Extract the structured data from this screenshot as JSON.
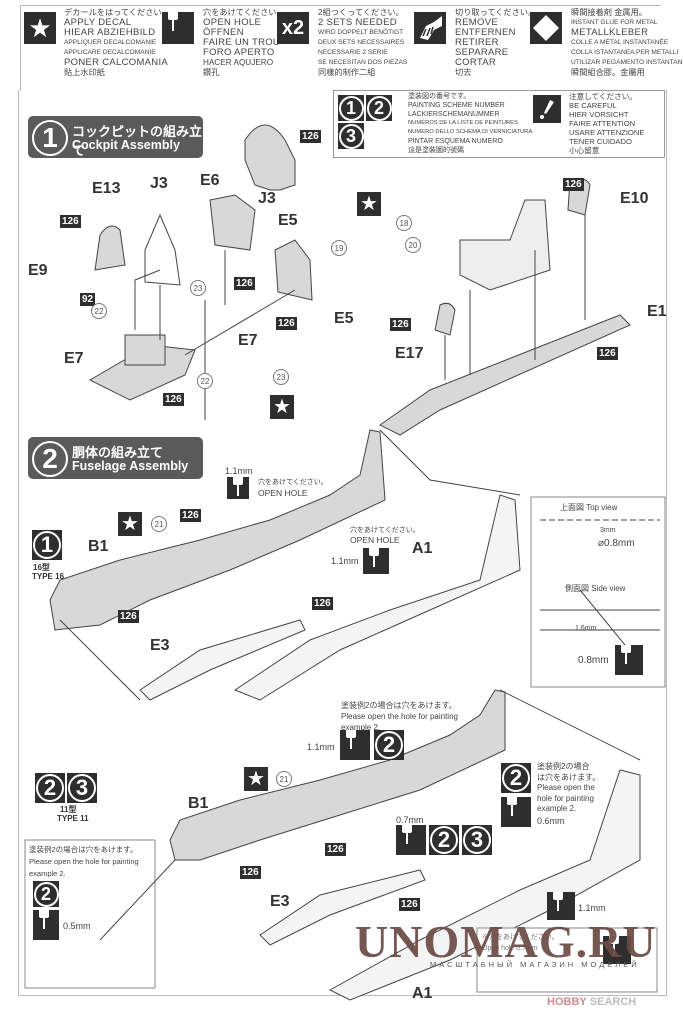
{
  "legend": [
    {
      "icon": "star-icon",
      "lines": [
        "デカールをはってください。",
        "APPLY DECAL",
        "HIEAR ABZIEHBILD",
        "APPLIQUER DECALCOMANIE",
        "APPLICARE DECALCOMANIE",
        "PONER CALCOMANIA",
        "貼上水印紙"
      ]
    },
    {
      "icon": "drill-icon",
      "lines": [
        "穴をあけてください。",
        "OPEN HOLE",
        "ÖFFNEN",
        "FAIRE UN TROU",
        "FORO APERTO",
        "HACER AQUJERO",
        "鑽孔"
      ]
    },
    {
      "icon": "x2-icon",
      "glyph": "x2",
      "lines": [
        "2組つくってください。",
        "2 SETS NEEDED",
        "WIRD DOPPELT BENÖTIGT",
        "DEUX SETS NECESSAIRES",
        "NECESSARIE 2 SERIE",
        "SE NECESITAN DOS PIEZAS",
        "同樣的制作二組"
      ]
    },
    {
      "icon": "cut-icon",
      "lines": [
        "切り取ってください。",
        "REMOVE",
        "ENTFERNEN",
        "RETIRER",
        "SEPARARE",
        "CORTAR",
        "切去"
      ]
    },
    {
      "icon": "glue-diamond-icon",
      "lines": [
        "瞬間接着剤 金属用。",
        "INSTANT GLUE FOR METAL",
        "METALLKLEBER",
        "COLLE A MÉTAL INSTANTANÉE",
        "COLLA ISTANTANEA PER METALLI",
        "UTILIZAR PEGAMENTO INSTANTANEO",
        "瞬間組合膠。金屬用"
      ]
    }
  ],
  "scheme_legend": {
    "badges": [
      "1",
      "2",
      "3"
    ],
    "lines": [
      "塗装図の番号です。",
      "PAINTING SCHEME NUMBER",
      "LACKIERSCHEMANUMMER",
      "NUMÉROS DE LA LISTE DE PEINTURES",
      "NUMERO DELLO SCHEMA DI VERNICIATURA",
      "PINTAR ESQUEMA NUMERO",
      "這是塗裝圖的號碼"
    ],
    "careful_lines": [
      "注意してください。",
      "BE CAREFUL",
      "HIER VORSICHT",
      "FAIRE ATTENTION",
      "USARE ATTENZIONE",
      "TENER CUIDADO",
      "小心留意"
    ]
  },
  "step1": {
    "number": "1",
    "title_jp": "コックピットの組み立て",
    "title_en": "Cockpit Assembly",
    "parts": [
      "E13",
      "J3",
      "E6",
      "J3",
      "E5",
      "E9",
      "E7",
      "E7",
      "E5",
      "E10",
      "E1",
      "E17"
    ],
    "paint_code": "126",
    "paint_code_alt": "92",
    "decals": [
      "22",
      "23",
      "22",
      "23",
      "18",
      "19",
      "20"
    ]
  },
  "step2": {
    "number": "2",
    "title_jp": "胴体の組み立て",
    "title_en": "Fuselage Assembly",
    "type16": {
      "badge": "1",
      "label_jp": "16型",
      "label_en": "TYPE 16"
    },
    "type11": {
      "badges": [
        "2",
        "3"
      ],
      "label_jp": "11型",
      "label_en": "TYPE 11"
    },
    "parts": [
      "B1",
      "A1",
      "E3",
      "B1",
      "E3",
      "A1"
    ],
    "decal": "21",
    "open_hole_jp": "穴をあけてください。",
    "open_hole_en": "OPEN HOLE",
    "mm_11": "1.1mm",
    "mm_07": "0.7mm",
    "mm_06": "0.6mm",
    "mm_05": "0.5mm",
    "mm_08": "0.8mm",
    "mm_3": "3mm",
    "mm_16": "1.6mm",
    "dia_08": "⌀0.8mm",
    "top_view": "上面図  Top view",
    "side_view": "側面図  Side view",
    "note_ex2_jp": "塗装例2の場合は穴をあけます。",
    "note_ex2_en": "Please open the hole for painting example 2.",
    "note_ex2_short_jp1": "塗装例2の場合",
    "note_ex2_short_jp2": "は穴をあけます。",
    "note_ex2_short_en": "Please open the hole for painting example 2.",
    "note_bottom_jp": "※穴をあけてください。",
    "note_bottom_en": "Open hole 0.7mm"
  },
  "watermark": {
    "title": "UNOMAG.RU",
    "subtitle": "МАСШТАБНЫЙ МАГАЗИН МОДЕЛЕЙ"
  },
  "credit": {
    "brand": "HOBBY",
    "suffix": " SEARCH"
  }
}
